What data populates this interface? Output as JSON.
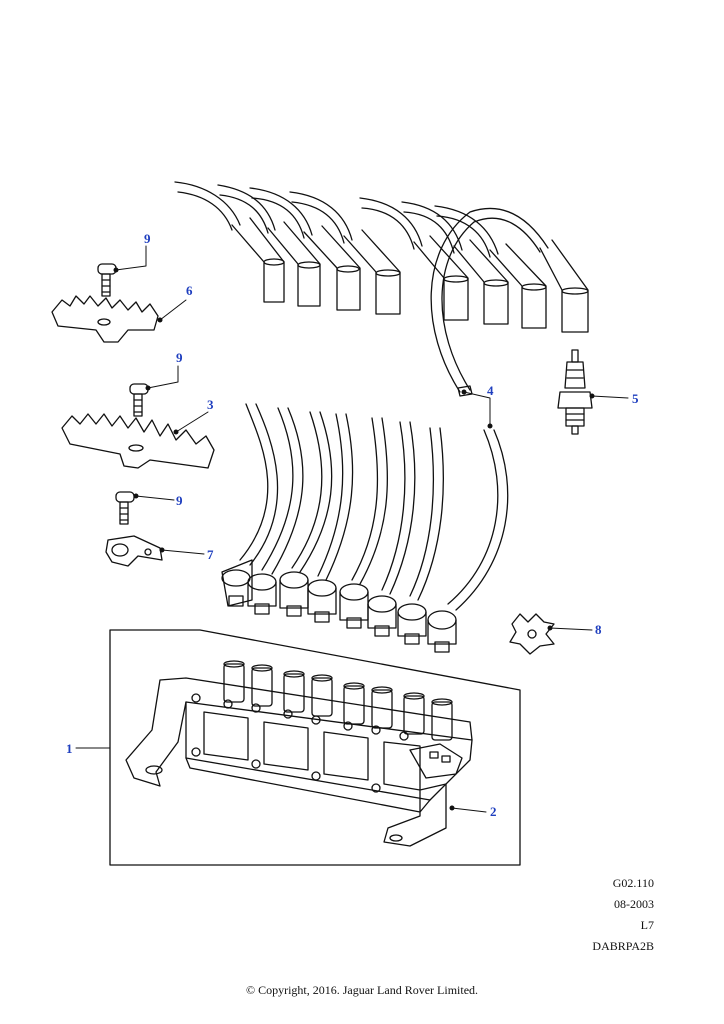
{
  "callouts": {
    "c1": "1",
    "c2": "2",
    "c3": "3",
    "c4": "4",
    "c5": "5",
    "c6": "6",
    "c7": "7",
    "c8": "8",
    "c9a": "9",
    "c9b": "9",
    "c9c": "9"
  },
  "info": {
    "drawing_ref": "G02.110",
    "date": "08-2003",
    "code": "L7",
    "id": "DABRPA2B"
  },
  "copyright": "© Copyright, 2016. Jaguar Land Rover Limited.",
  "colors": {
    "callout": "#1f3fbf",
    "line": "#111111"
  }
}
